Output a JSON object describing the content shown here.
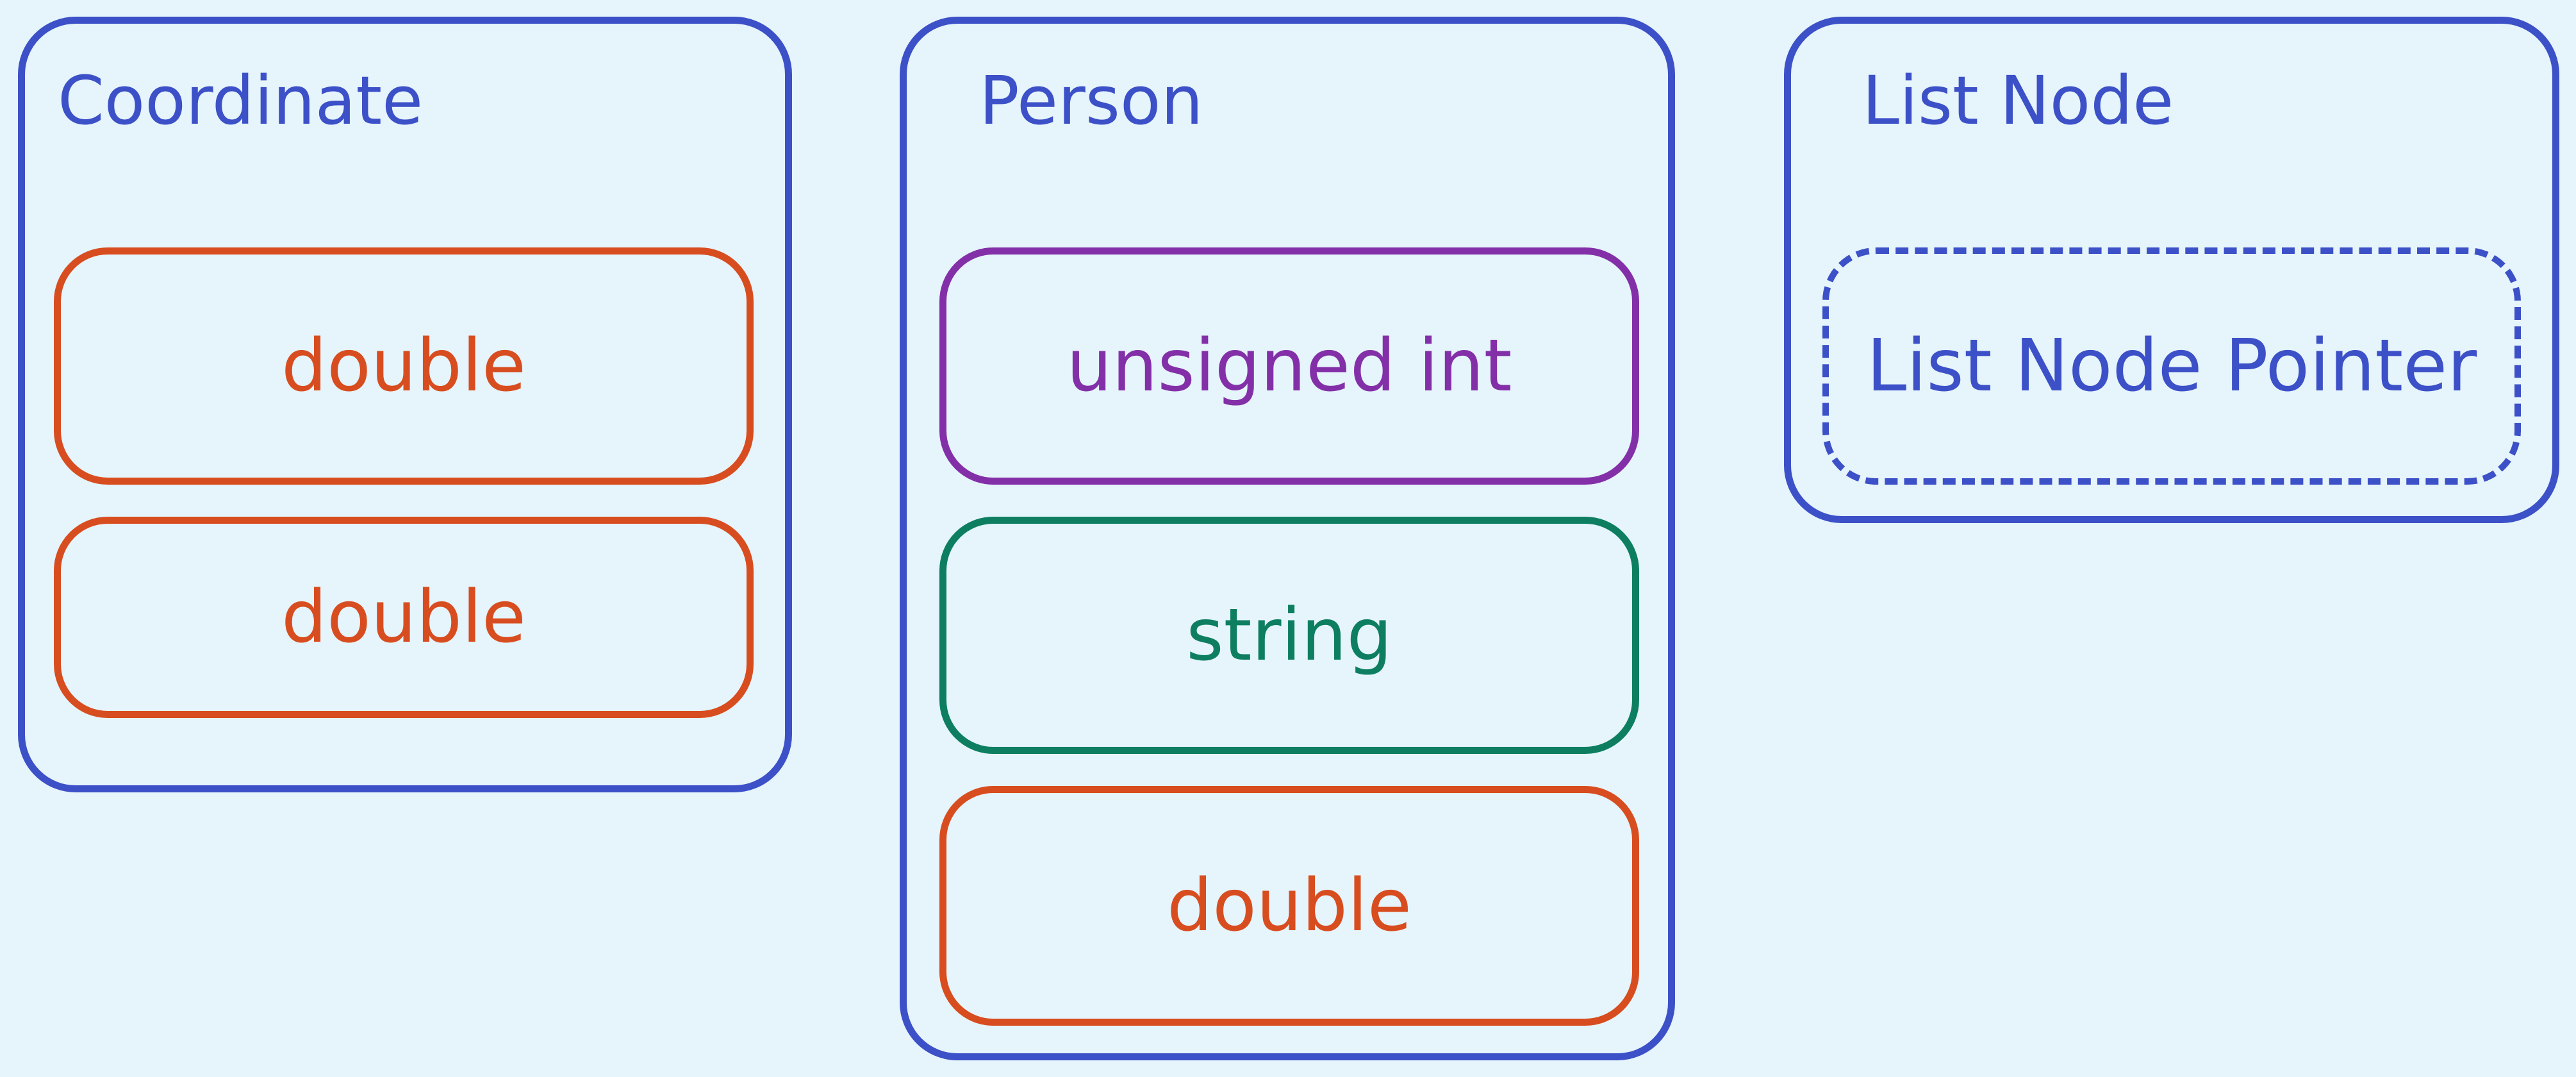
{
  "colors": {
    "background": "#e6f4fb",
    "struct_border": "#3c50c8",
    "double": "#d84d1f",
    "unsigned_int": "#8330a8",
    "string": "#0d7f60",
    "pointer": "#3c50c8"
  },
  "structs": [
    {
      "title": "Coordinate",
      "fields": [
        {
          "type": "double"
        },
        {
          "type": "double"
        }
      ]
    },
    {
      "title": "Person",
      "fields": [
        {
          "type": "unsigned int"
        },
        {
          "type": "string"
        },
        {
          "type": "double"
        }
      ]
    },
    {
      "title": "List Node",
      "fields": [
        {
          "type": "List Node Pointer"
        }
      ]
    }
  ]
}
